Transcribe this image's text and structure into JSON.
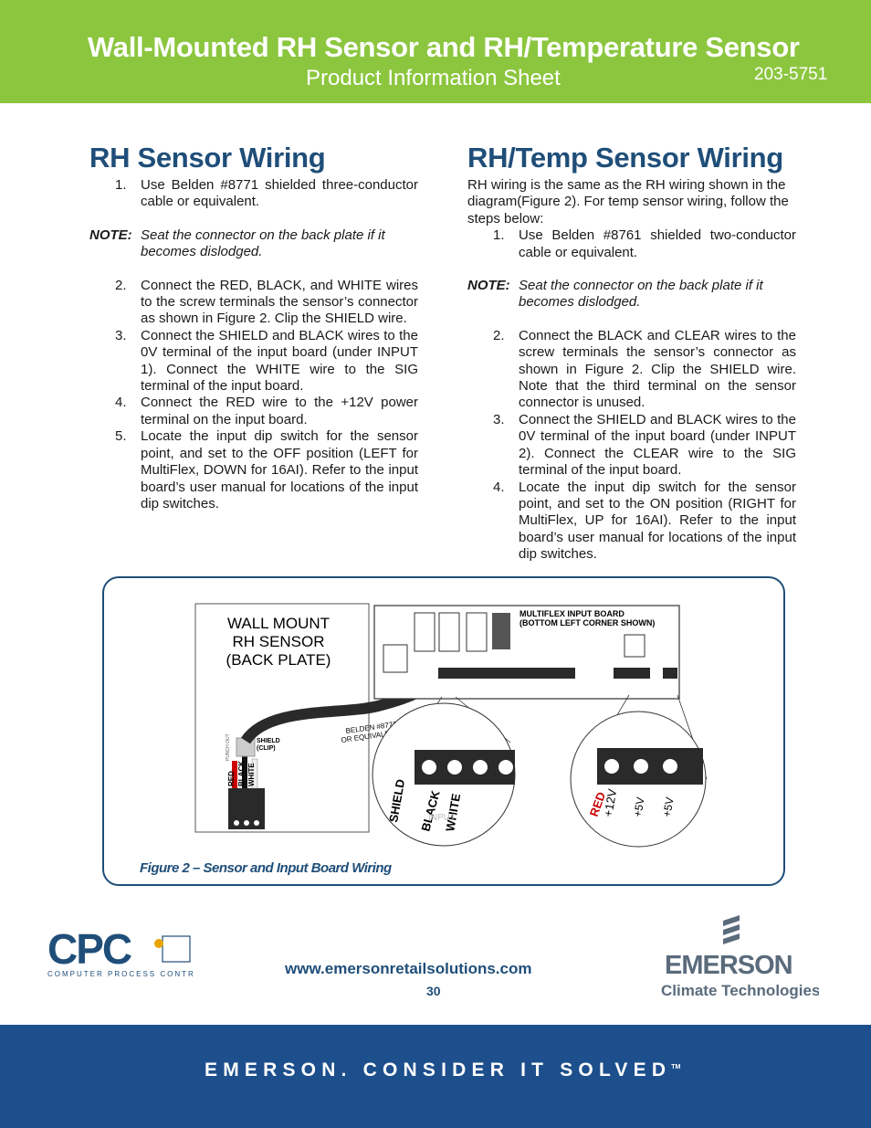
{
  "header": {
    "title": "Wall-Mounted RH Sensor and RH/Temperature Sensor",
    "subtitle": "Product Information Sheet",
    "code": "203-5751"
  },
  "left": {
    "title": "RH Sensor Wiring",
    "steps": [
      {
        "num": "1.",
        "text": "Use Belden #8771 shielded three-conductor cable or equivalent."
      },
      {
        "num": "2.",
        "text": "Connect the RED, BLACK, and WHITE wires to the screw terminals the sensor’s connector as shown in Figure 2. Clip the SHIELD wire."
      },
      {
        "num": "3.",
        "text": "Connect the SHIELD and BLACK wires to the 0V terminal of the input board (under INPUT 1). Connect the WHITE wire to the SIG terminal of the input board."
      },
      {
        "num": "4.",
        "text": "Connect the RED wire to the +12V power terminal on the input board."
      },
      {
        "num": "5.",
        "text": "Locate the input dip switch for the sensor point, and set to the OFF position (LEFT for MultiFlex, DOWN for 16AI). Refer to the input board’s user manual for locations of the input dip switches."
      }
    ],
    "note_label": "NOTE:",
    "note_text": "Seat the connector on the back plate if it becomes dislodged."
  },
  "right": {
    "title": "RH/Temp Sensor Wiring",
    "intro": "RH wiring is the same as the RH wiring shown in the diagram(Figure 2). For temp sensor wiring, follow the steps below:",
    "steps": [
      {
        "num": "1.",
        "text": "Use Belden #8761 shielded two-conductor cable or equivalent."
      },
      {
        "num": "2.",
        "text": "Connect the BLACK and CLEAR wires to the screw terminals the sensor’s connector as shown in Figure 2. Clip the SHIELD wire. Note that the third terminal on the sensor connector is unused."
      },
      {
        "num": "3.",
        "text": "Connect the SHIELD and BLACK wires to the 0V terminal of the input board (under INPUT 2). Connect the CLEAR wire to the SIG terminal of the input board."
      },
      {
        "num": "4.",
        "text": "Locate the input dip switch for the sensor point, and set to the ON position (RIGHT for MultiFlex, UP for 16AI). Refer to the input board’s user manual for locations of the input dip switches."
      }
    ],
    "note_label": "NOTE:",
    "note_text": "Seat the connector on the back plate if it becomes dislodged."
  },
  "figure": {
    "sensor_label_1": "WALL MOUNT",
    "sensor_label_2": "RH SENSOR",
    "sensor_label_3": "(BACK PLATE)",
    "board_label_1": "MULTIFLEX INPUT BOARD",
    "board_label_2": "(BOTTOM LEFT CORNER SHOWN)",
    "cable_label_1": "BELDEN #8771",
    "cable_label_2": "OR EQUIVALENT",
    "shield_clip_1": "SHIELD",
    "shield_clip_2": "(CLIP)",
    "punch_out": "PUNCH OUT",
    "wire_red": "RED",
    "wire_black": "BLACK",
    "wire_white": "WHITE",
    "zoom_shield": "SHIELD",
    "zoom_black": "BLACK",
    "zoom_white": "WHITE",
    "zoom_input": "INPUT",
    "zoom_red": "RED",
    "term_12v": "+12V",
    "term_5v_a": "+5V",
    "term_5v_b": "+5V",
    "caption": "Figure 2 – Sensor and Input Board Wiring"
  },
  "footer": {
    "url": "www.emersonretailsolutions.com",
    "page": "30",
    "cpc_text": "CPC",
    "cpc_sub": "COMPUTER PROCESS CONTROLS",
    "emerson": "EMERSON",
    "climate": "Climate Technologies",
    "slogan": "EMERSON. CONSIDER IT SOLVED",
    "tm": "TM"
  },
  "colors": {
    "header_green": "#8cc63f",
    "title_blue": "#1f4e79",
    "footer_blue": "#1d4f8c",
    "emerson_gray": "#5a6b7b"
  }
}
